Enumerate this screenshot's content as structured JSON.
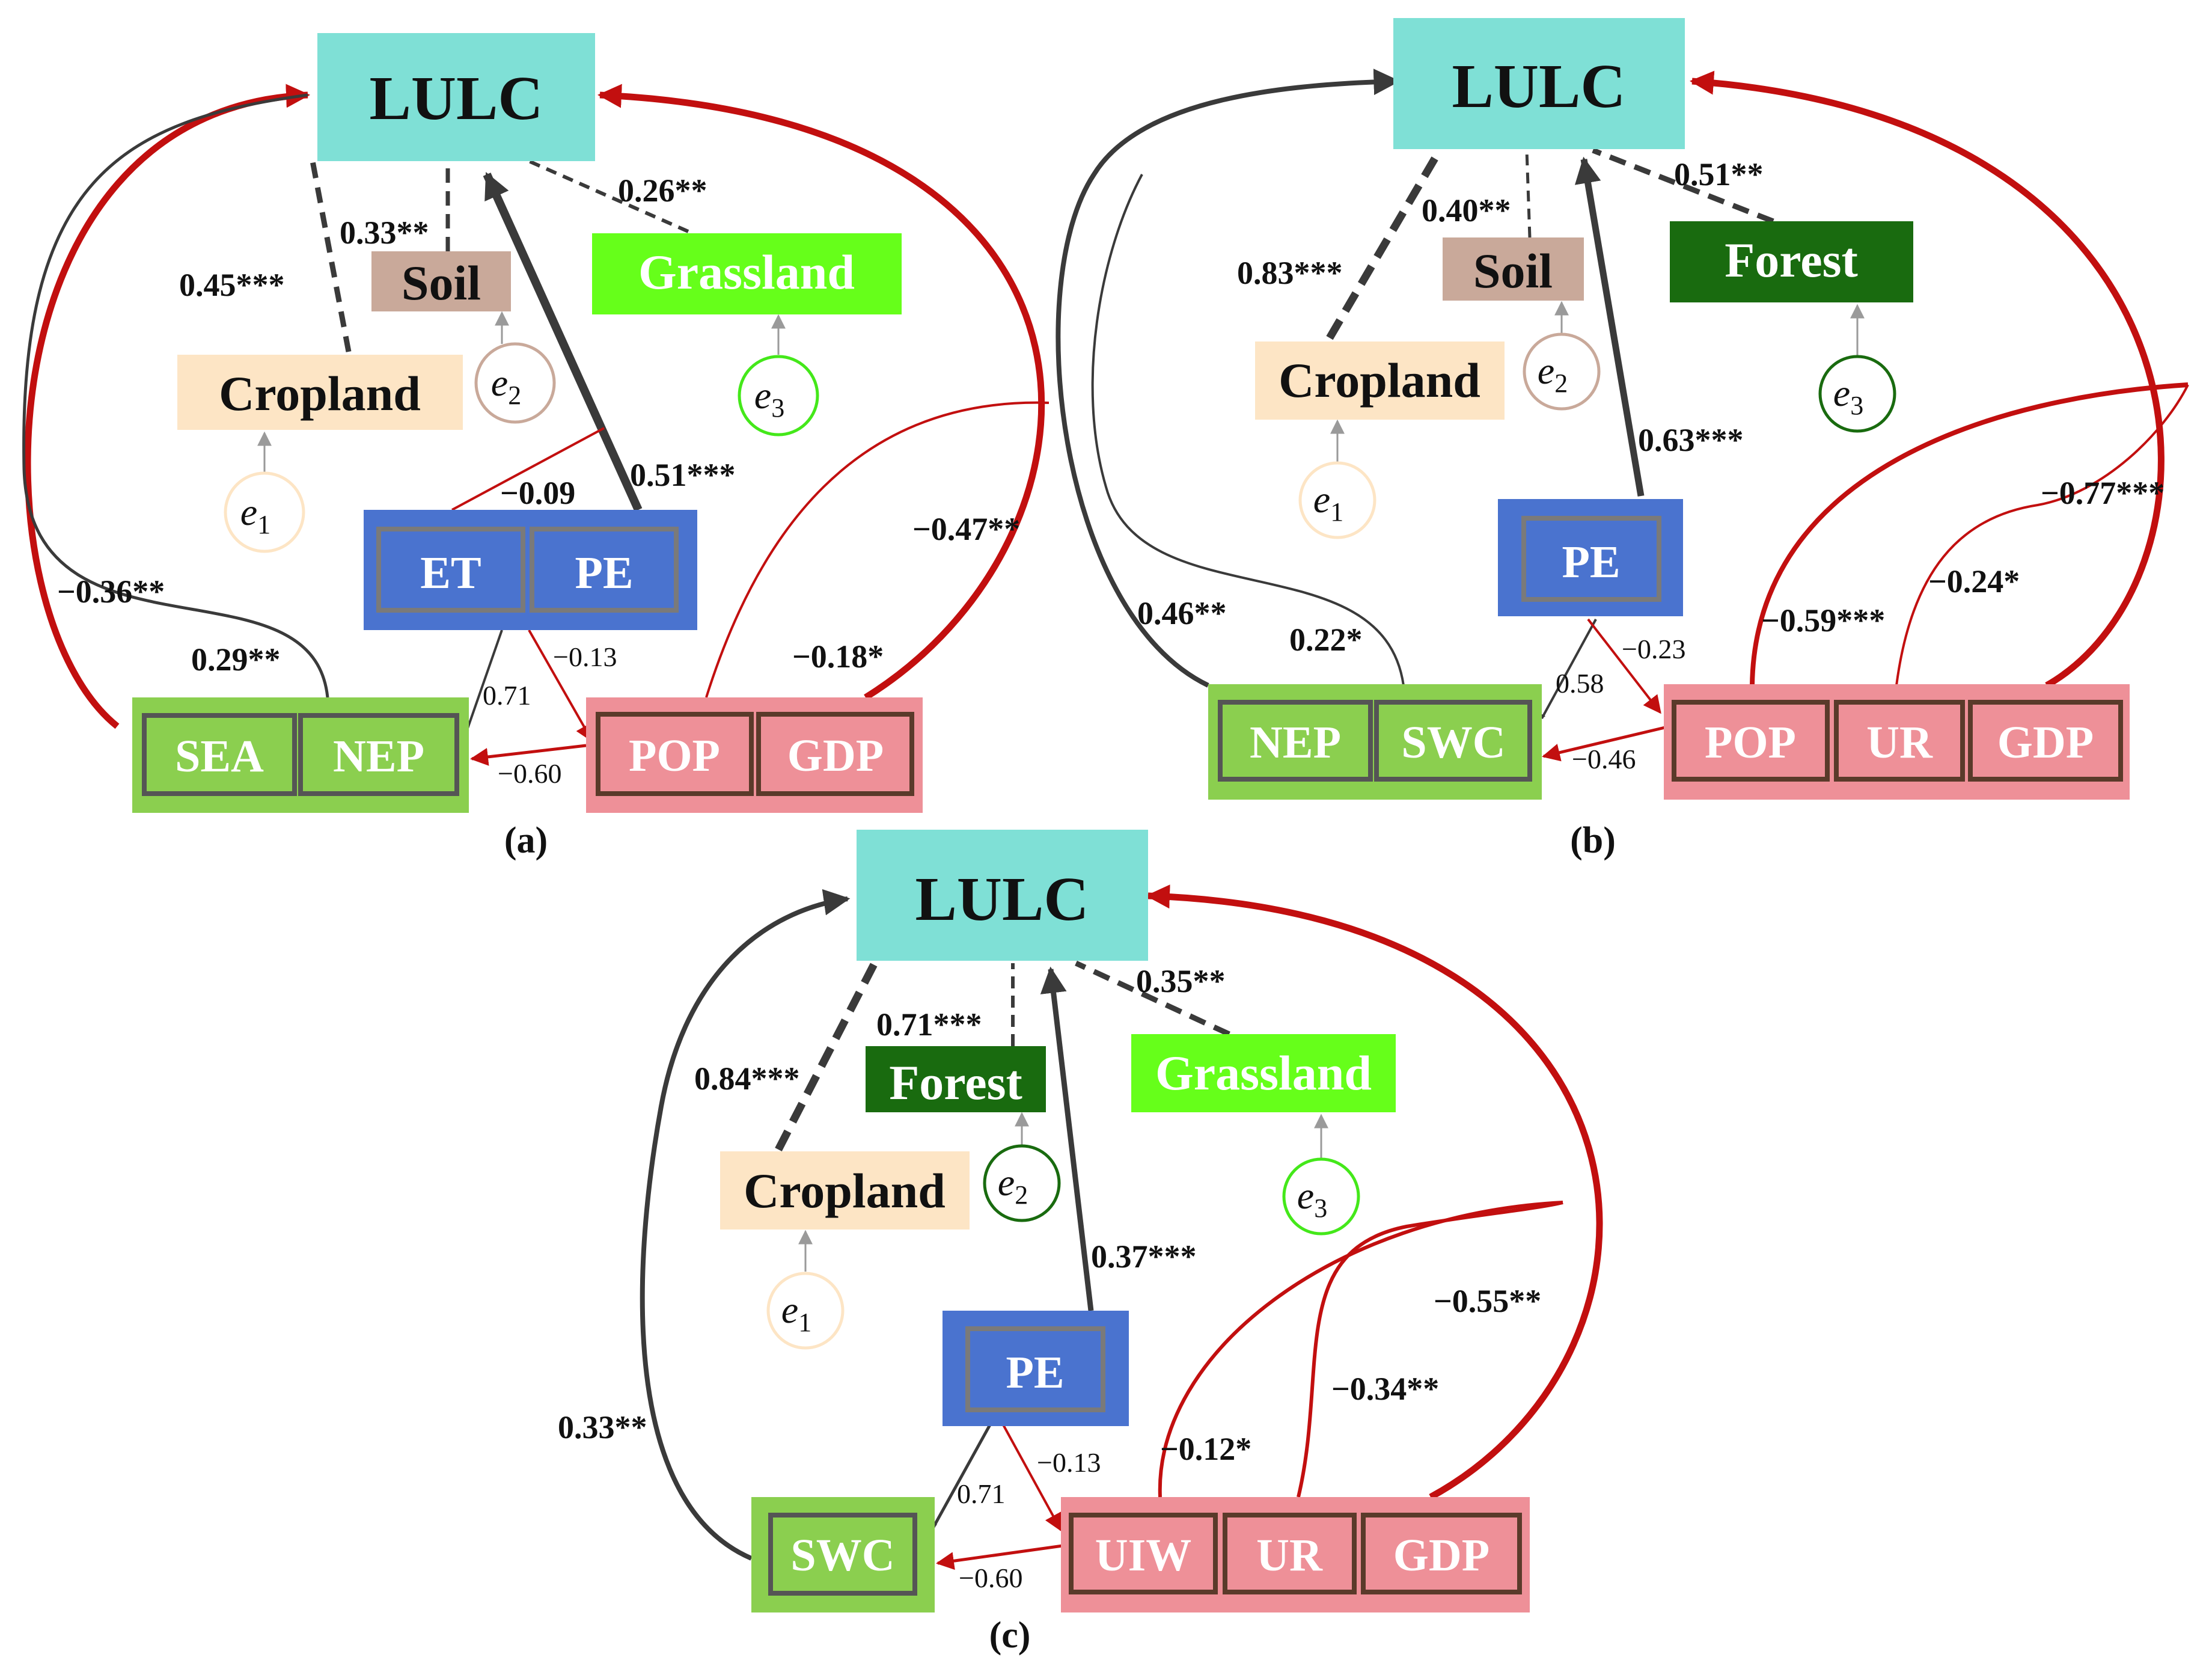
{
  "colors": {
    "lulc": "#7fe0d6",
    "cropland": "#fde5c5",
    "soil": "#c9a99a",
    "grassland": "#66ff1a",
    "forest": "#196b0f",
    "pe_box": "#4a73cf",
    "ecology_box": "#8bcf4f",
    "social_box": "#ee9098",
    "path_black": "#3a3a3a",
    "path_red": "#c20f0f",
    "err_cropland": "#fde5c5",
    "err_soil": "#c9a99a",
    "err_grassland": "#44e81a",
    "err_forest": "#196b0f"
  },
  "panels": [
    {
      "letter": "(a)",
      "nodes": {
        "lulc": "LULC",
        "soil": "Soil",
        "cropland": "Cropland",
        "grassland": "Grassland",
        "climate": [
          "ET",
          "PE"
        ],
        "ecology": [
          "SEA",
          "NEP"
        ],
        "social": [
          "POP",
          "GDP"
        ]
      },
      "errors": [
        "e",
        "e",
        "e"
      ],
      "error_subs": [
        "1",
        "2",
        "3"
      ],
      "coefficients": {
        "cropland": "0.45***",
        "soil": "0.33**",
        "grassland": "0.26**",
        "climate_lulc": "0.51***",
        "climate_social_to_lulc": "−0.09",
        "ecology_lulc_outer": "−0.36**",
        "ecology_lulc_inner": "0.29**",
        "social_lulc_outer": "−0.47**",
        "social_lulc_inner": "−0.18*",
        "climate_ecology": "0.71",
        "climate_social": "−0.13",
        "social_ecology": "−0.60"
      }
    },
    {
      "letter": "(b)",
      "nodes": {
        "lulc": "LULC",
        "soil": "Soil",
        "cropland": "Cropland",
        "forest": "Forest",
        "climate": [
          "PE"
        ],
        "ecology": [
          "NEP",
          "SWC"
        ],
        "social": [
          "POP",
          "UR",
          "GDP"
        ]
      },
      "errors": [
        "e",
        "e",
        "e"
      ],
      "error_subs": [
        "1",
        "2",
        "3"
      ],
      "coefficients": {
        "cropland": "0.83***",
        "soil": "0.40**",
        "forest": "0.51**",
        "climate_lulc": "0.63***",
        "ecology_lulc_outer": "0.46**",
        "ecology_lulc_inner": "0.22*",
        "social_lulc_a": "−0.59***",
        "social_lulc_b": "−0.24*",
        "social_lulc_c": "−0.77***",
        "climate_ecology": "0.58",
        "climate_social": "−0.23",
        "social_ecology": "−0.46"
      }
    },
    {
      "letter": "(c)",
      "nodes": {
        "lulc": "LULC",
        "forest": "Forest",
        "cropland": "Cropland",
        "grassland": "Grassland",
        "climate": [
          "PE"
        ],
        "ecology": [
          "SWC"
        ],
        "social": [
          "UIW",
          "UR",
          "GDP"
        ]
      },
      "errors": [
        "e",
        "e",
        "e"
      ],
      "error_subs": [
        "1",
        "2",
        "3"
      ],
      "coefficients": {
        "cropland": "0.84***",
        "forest": "0.71***",
        "grassland": "0.35**",
        "climate_lulc": "0.37***",
        "ecology_lulc": "0.33**",
        "social_lulc_a": "−0.12*",
        "social_lulc_b": "−0.34**",
        "social_lulc_c": "−0.55**",
        "climate_ecology": "0.71",
        "climate_social": "−0.13",
        "social_ecology": "−0.60"
      }
    }
  ]
}
